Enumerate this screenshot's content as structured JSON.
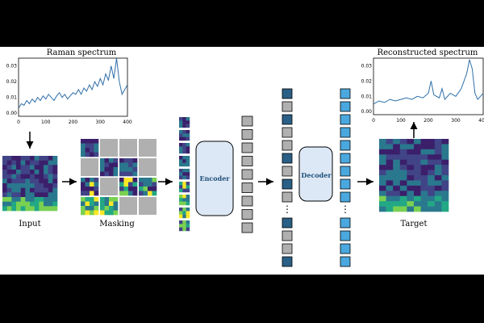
{
  "labels": {
    "raman_title": "Raman spectrum",
    "recon_title": "Reconstructed spectrum",
    "input": "Input",
    "masking": "Masking",
    "target": "Target",
    "encoder": "Encoder",
    "decoder": "Decoder",
    "ellipsis": "⋮"
  },
  "raman_plot": {
    "x_ticks": [
      "0",
      "100",
      "200",
      "300",
      "400"
    ],
    "y_ticks": [
      "0.00",
      "0.01",
      "0.02",
      "0.03"
    ],
    "xlim": [
      0,
      400
    ],
    "ylim": [
      -0.002,
      0.035
    ],
    "x": [
      0,
      10,
      20,
      30,
      40,
      50,
      60,
      70,
      80,
      90,
      100,
      110,
      120,
      130,
      140,
      150,
      160,
      170,
      180,
      190,
      200,
      210,
      220,
      230,
      240,
      250,
      260,
      270,
      280,
      290,
      300,
      310,
      320,
      330,
      340,
      350,
      360,
      370,
      380,
      390,
      400
    ],
    "y": [
      0.003,
      0.006,
      0.005,
      0.008,
      0.006,
      0.009,
      0.007,
      0.01,
      0.008,
      0.011,
      0.009,
      0.012,
      0.01,
      0.008,
      0.011,
      0.013,
      0.01,
      0.012,
      0.009,
      0.011,
      0.013,
      0.012,
      0.015,
      0.012,
      0.016,
      0.014,
      0.018,
      0.015,
      0.02,
      0.017,
      0.022,
      0.018,
      0.025,
      0.021,
      0.03,
      0.022,
      0.035,
      0.02,
      0.012,
      0.015,
      0.018
    ]
  },
  "recon_plot": {
    "x_ticks": [
      "0",
      "100",
      "200",
      "300",
      "400"
    ],
    "y_ticks": [
      "0.00",
      "0.01",
      "0.02",
      "0.03"
    ],
    "xlim": [
      0,
      400
    ],
    "ylim": [
      -0.002,
      0.035
    ],
    "x": [
      0,
      20,
      40,
      60,
      80,
      100,
      120,
      140,
      160,
      180,
      200,
      210,
      220,
      240,
      250,
      260,
      280,
      300,
      320,
      340,
      350,
      360,
      370,
      380,
      390,
      400
    ],
    "y": [
      0.005,
      0.007,
      0.006,
      0.008,
      0.007,
      0.008,
      0.009,
      0.008,
      0.01,
      0.009,
      0.012,
      0.02,
      0.011,
      0.009,
      0.015,
      0.008,
      0.012,
      0.01,
      0.015,
      0.025,
      0.034,
      0.028,
      0.012,
      0.008,
      0.01,
      0.012
    ]
  },
  "colors": {
    "viridis_dark": "#440154",
    "viridis_mid": "#31688e",
    "viridis_green": "#35b779",
    "viridis_yellow": "#fde725",
    "masked_grey": "#b0b0b0",
    "encoder_fill": "#dce8f5",
    "token_dark": "#2a5f86",
    "token_light": "#4aa8de",
    "line": "#2f6ea8"
  }
}
